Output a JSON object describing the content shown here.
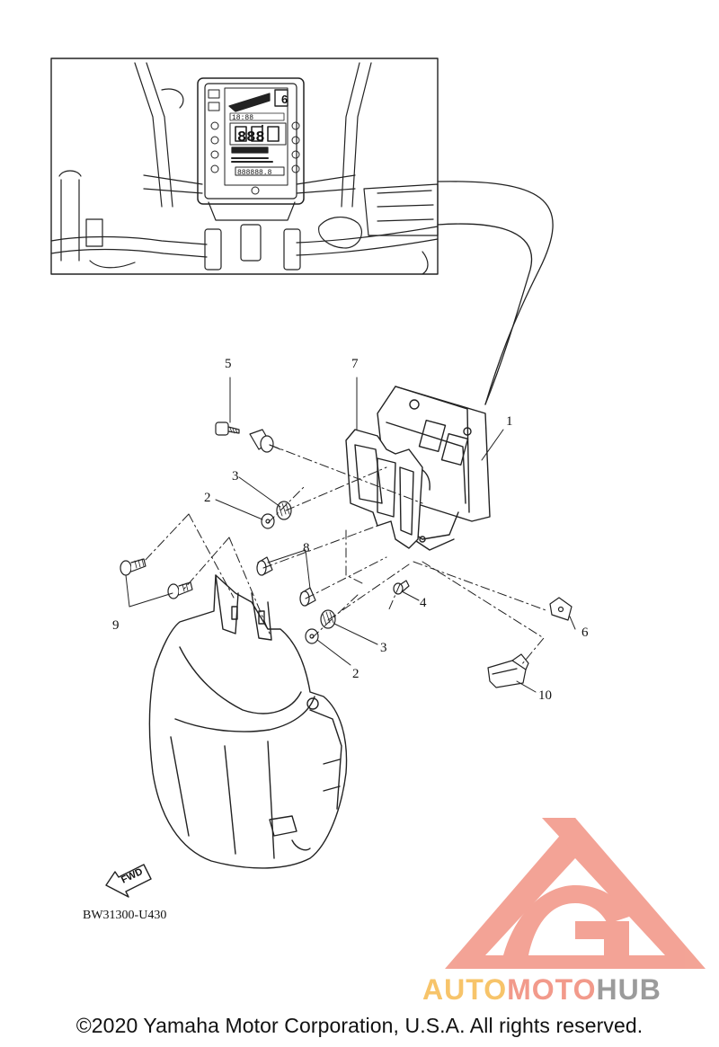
{
  "diagram": {
    "callouts": [
      {
        "id": "1",
        "label": "1"
      },
      {
        "id": "2a",
        "label": "2"
      },
      {
        "id": "2b",
        "label": "2"
      },
      {
        "id": "3a",
        "label": "3"
      },
      {
        "id": "3b",
        "label": "3"
      },
      {
        "id": "4",
        "label": "4"
      },
      {
        "id": "5",
        "label": "5"
      },
      {
        "id": "6",
        "label": "6"
      },
      {
        "id": "7",
        "label": "7"
      },
      {
        "id": "8",
        "label": "8"
      },
      {
        "id": "9",
        "label": "9"
      },
      {
        "id": "10",
        "label": "10"
      }
    ],
    "fwd_label": "FWD",
    "drawing_code": "BW31300-U430",
    "meter_readouts": {
      "gear": "6",
      "clock": "18:88",
      "speed": "888",
      "odo": "888888.8"
    }
  },
  "watermark": {
    "brand_auto": "AUTO",
    "brand_moto": "MOTO",
    "brand_hub": "HUB",
    "colors": {
      "auto": "#f7c46a",
      "moto": "#f29a8b",
      "hub": "#9b9b9b",
      "logo": "#f29a8b"
    }
  },
  "footer": {
    "copyright": "©2020 Yamaha Motor Corporation, U.S.A. All rights reserved."
  }
}
